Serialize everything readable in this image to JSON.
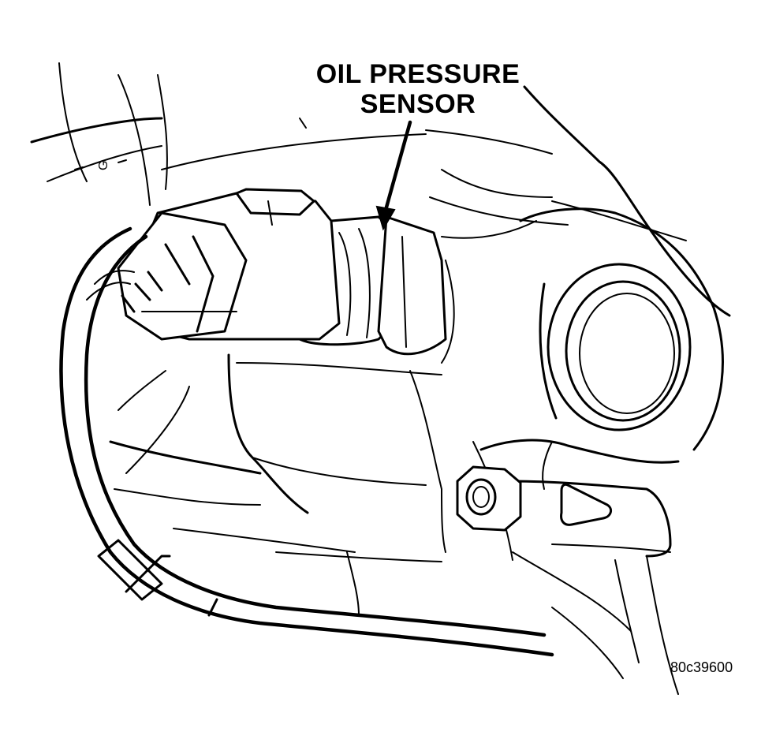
{
  "figure": {
    "callout": {
      "line1": "OIL PRESSURE",
      "line2": "SENSOR"
    },
    "figure_id": "80c39600",
    "engraved_mark": "G"
  }
}
